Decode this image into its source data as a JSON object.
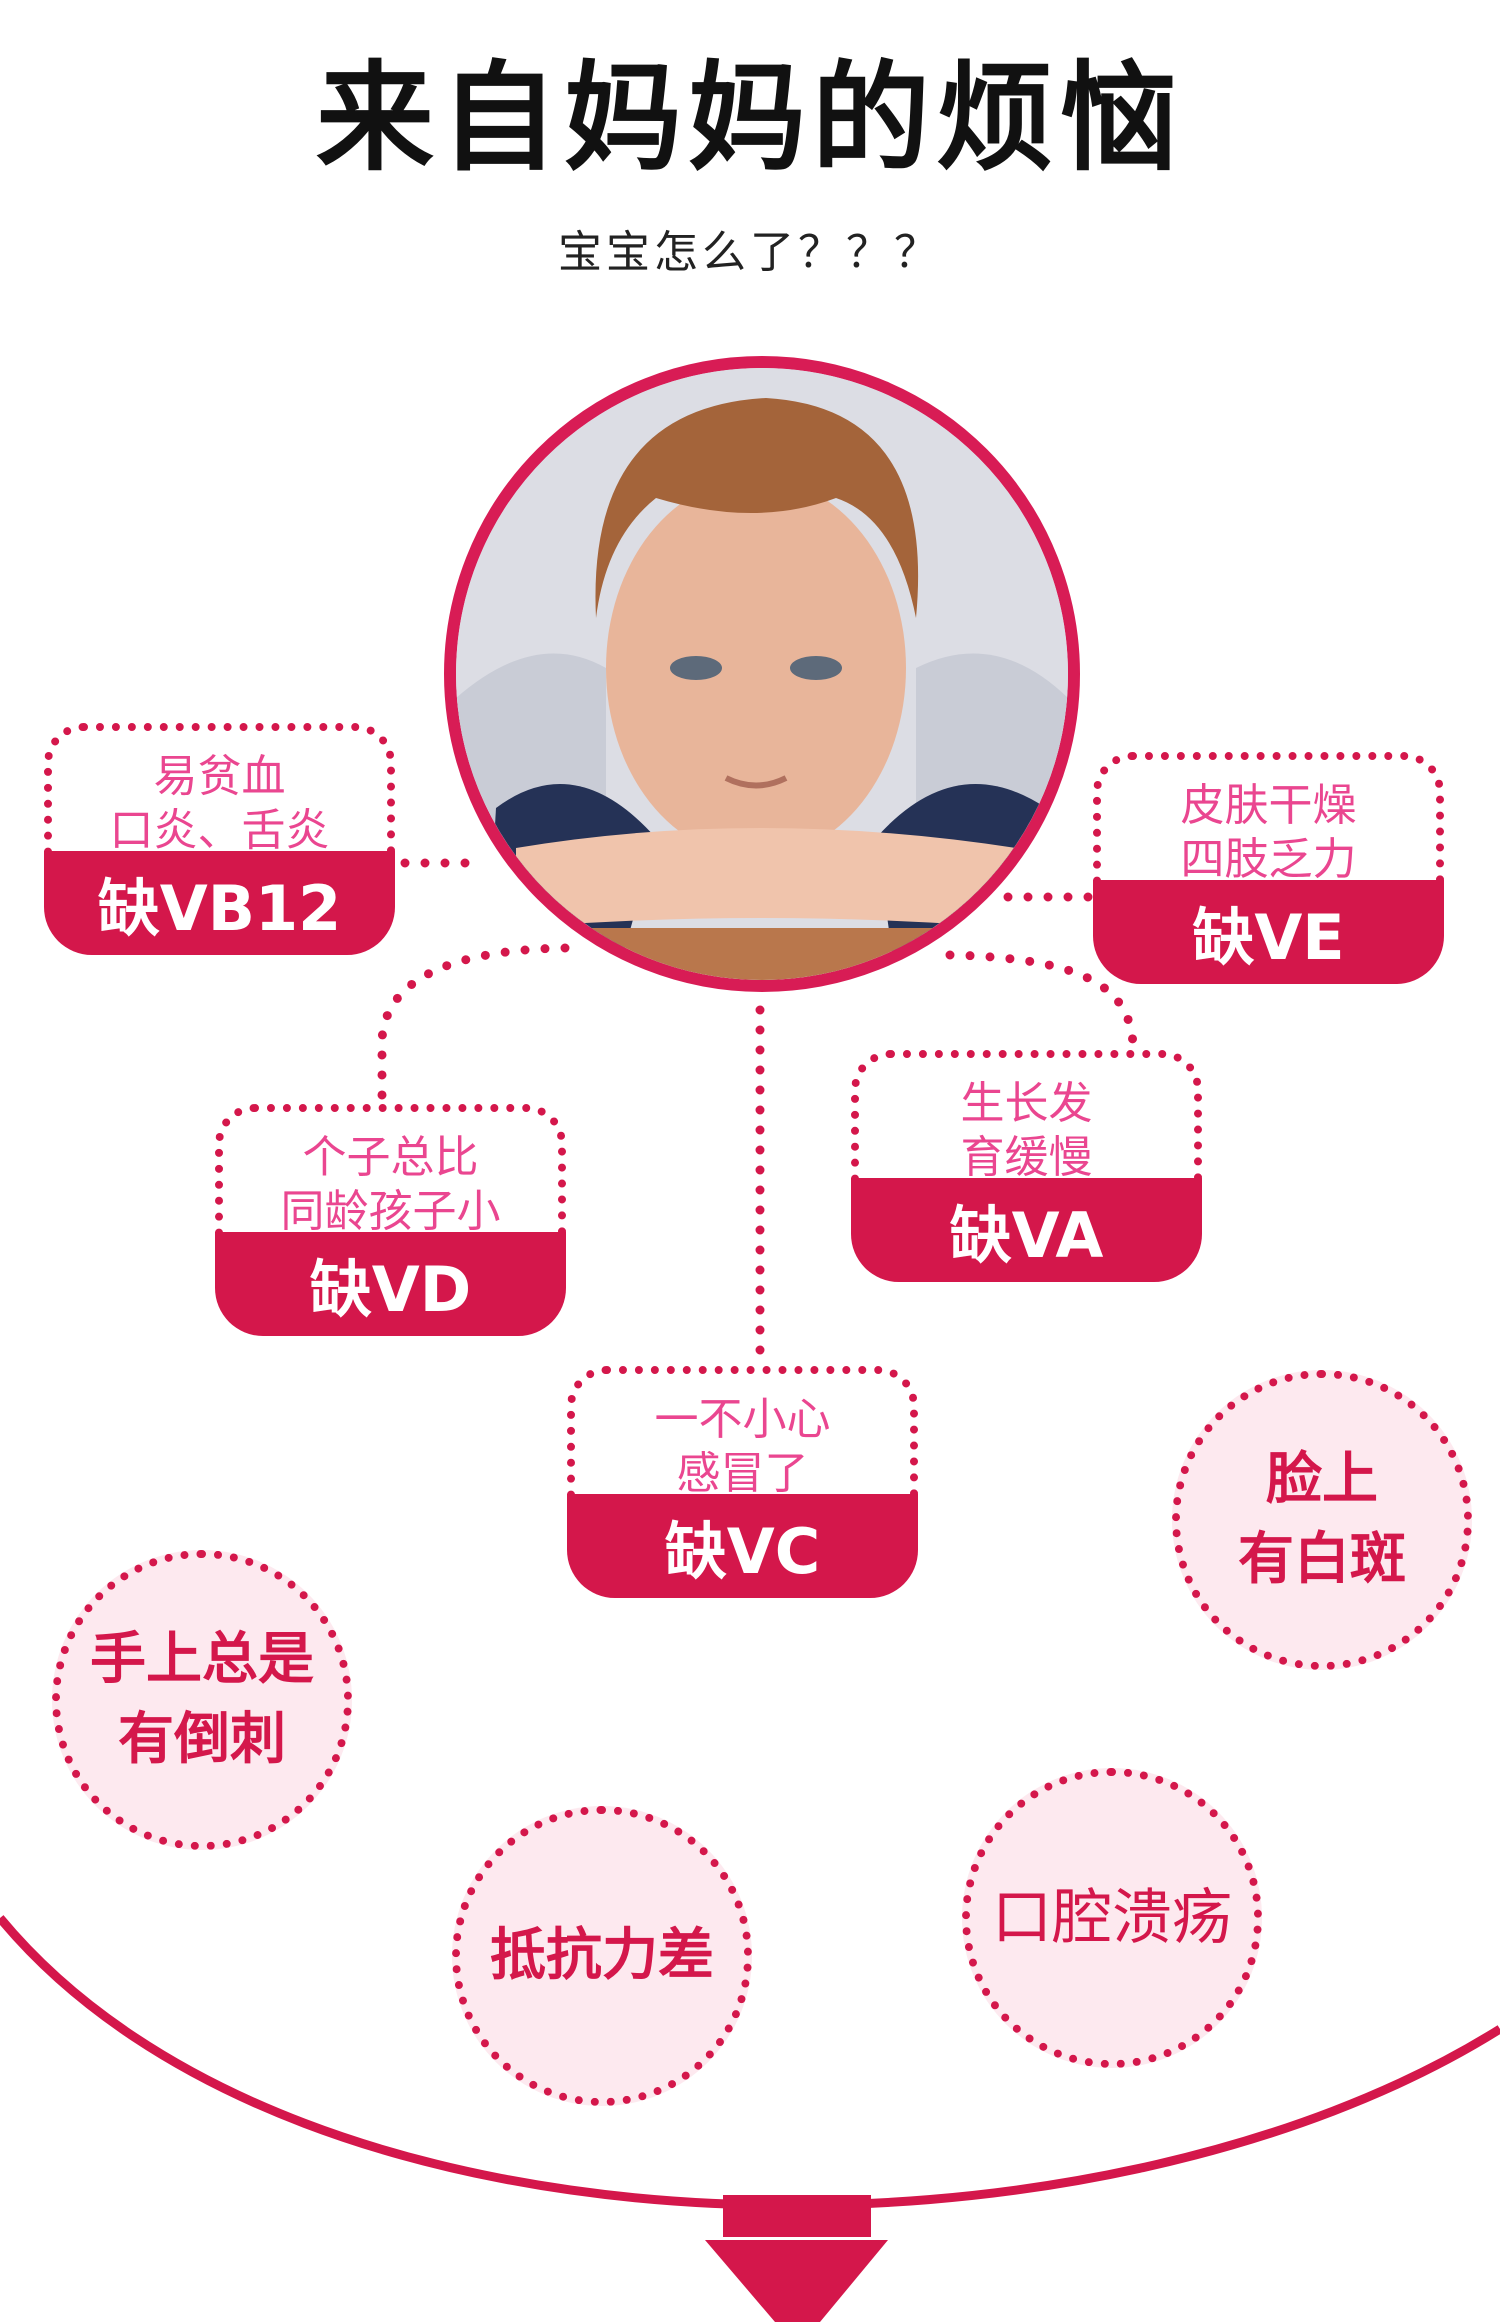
{
  "title": "来自妈妈的烦恼",
  "subtitle": "宝宝怎么了？？？",
  "colors": {
    "accent": "#d4174b",
    "label_pink": "#ea4690",
    "bubble_fill": "#fde9ef"
  },
  "photo": {
    "icon": "child-portrait-photo"
  },
  "cards": [
    {
      "lines": [
        "易贫血",
        "口炎、舌炎"
      ],
      "deficiency": "缺VB12"
    },
    {
      "lines": [
        "皮肤干燥",
        "四肢乏力"
      ],
      "deficiency": "缺VE"
    },
    {
      "lines": [
        "生长发",
        "育缓慢"
      ],
      "deficiency": "缺VA"
    },
    {
      "lines": [
        "个子总比",
        "同龄孩子小"
      ],
      "deficiency": "缺VD"
    },
    {
      "lines": [
        "一不小心",
        "感冒了"
      ],
      "deficiency": "缺VC"
    }
  ],
  "symptoms": [
    {
      "lines": [
        "脸上",
        "有白斑"
      ]
    },
    {
      "lines": [
        "手上总是",
        "有倒刺"
      ]
    },
    {
      "lines": [
        "抵抗力差"
      ]
    },
    {
      "lines": [
        "口腔溃疡"
      ]
    }
  ]
}
